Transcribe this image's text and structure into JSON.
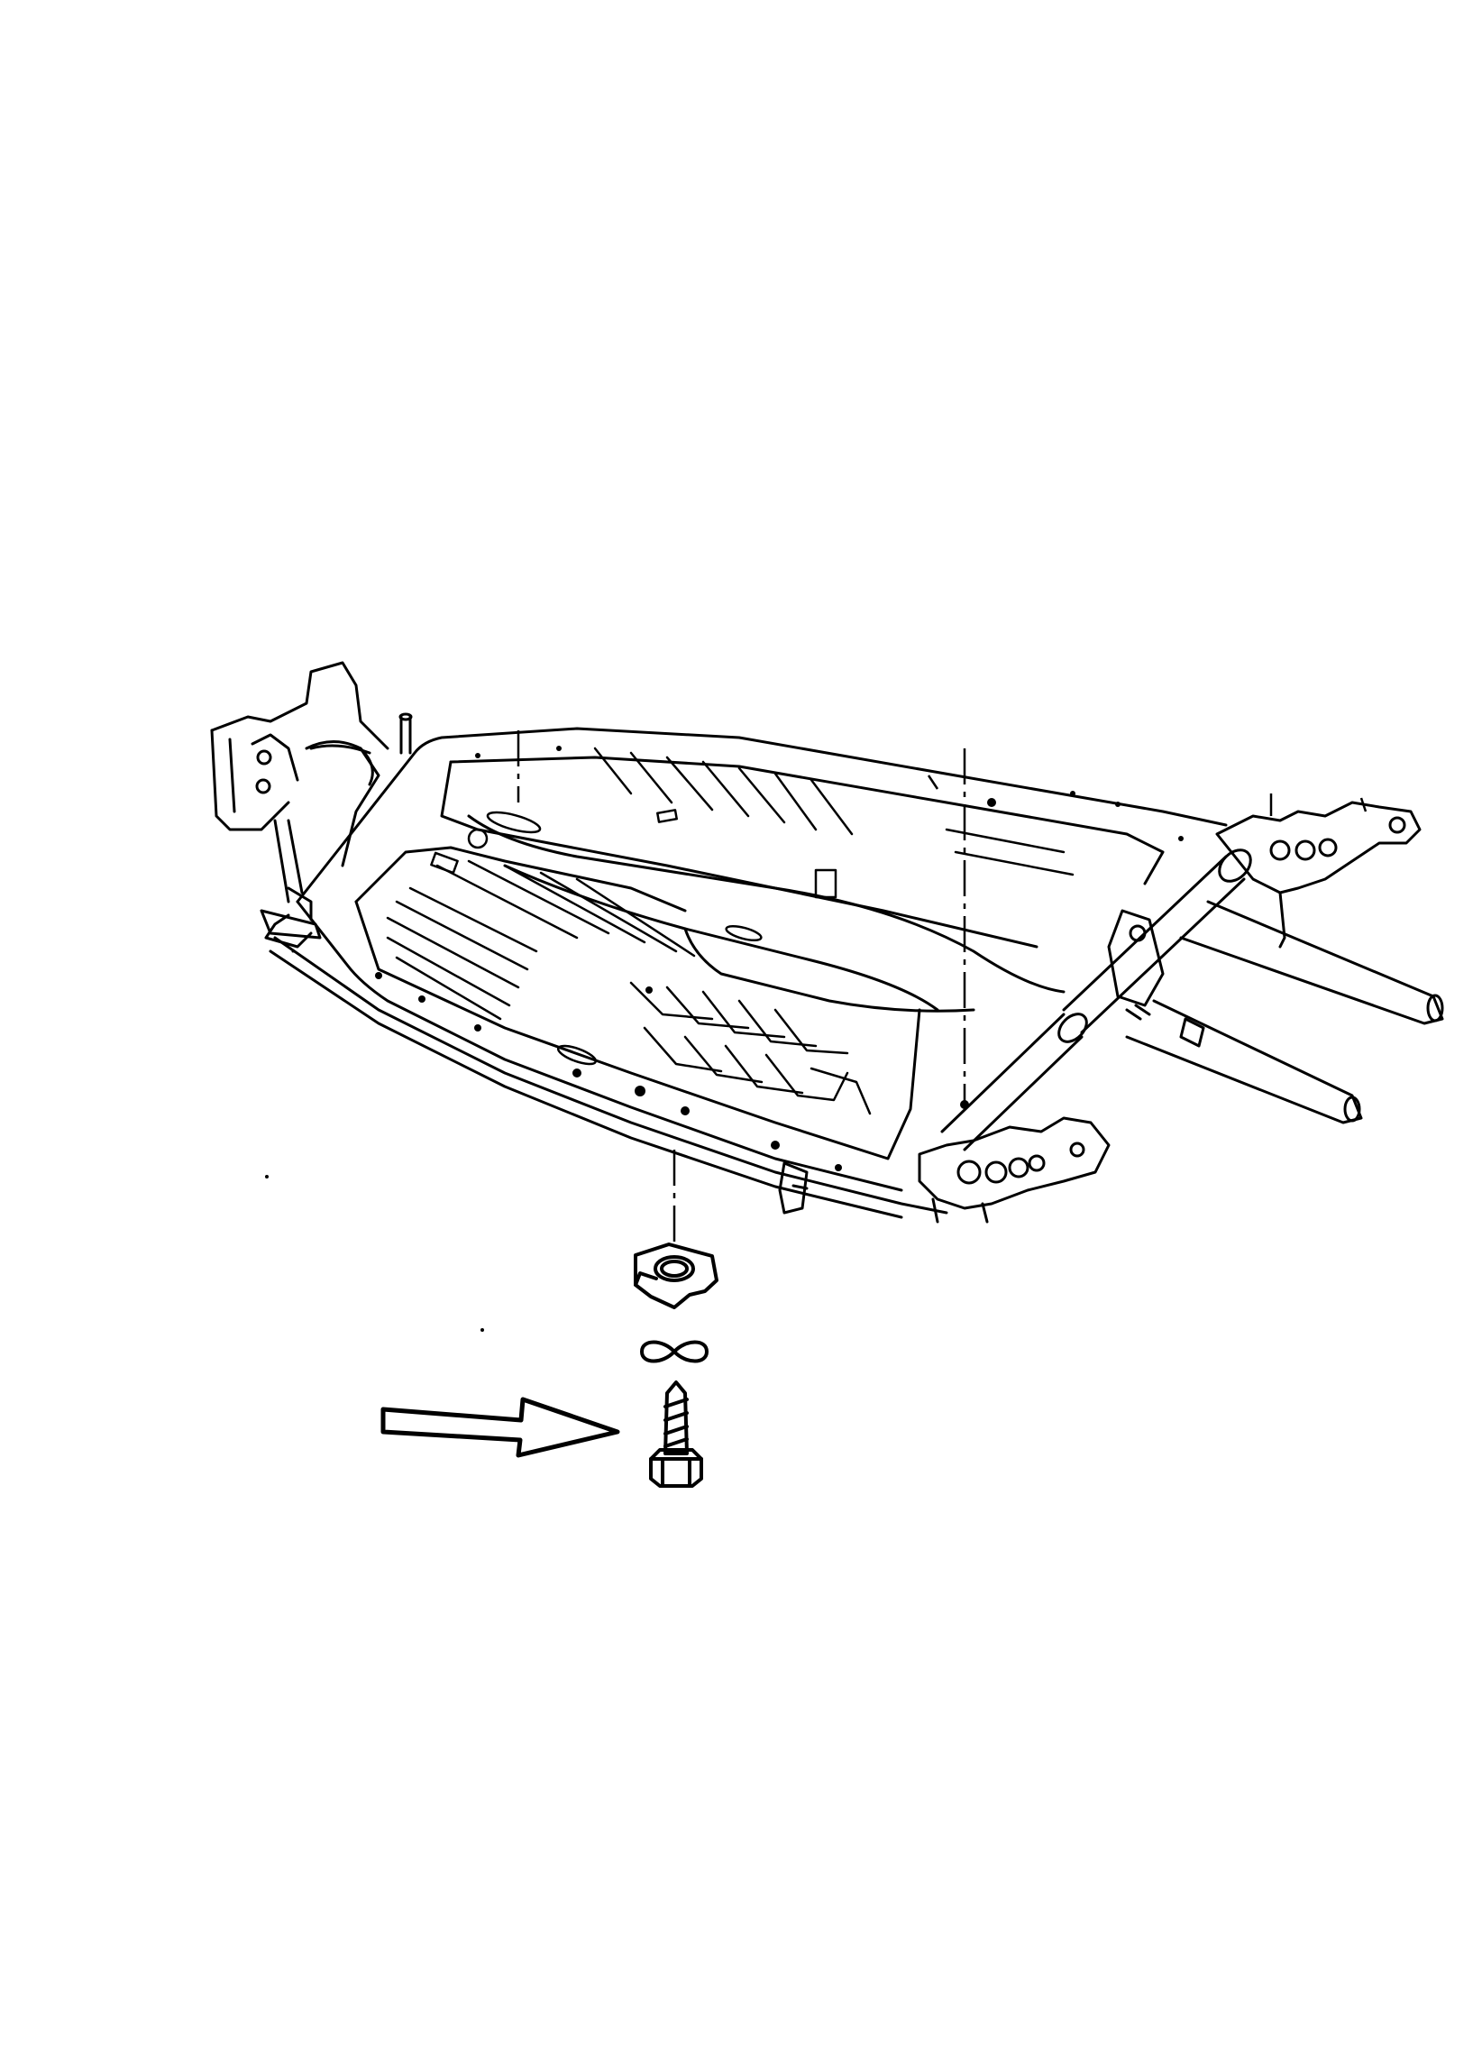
{
  "diagram": {
    "ink_color": "#000000",
    "background_color": "#ffffff",
    "parts": [
      {
        "name": "floor-pan-frame",
        "icon": "car-underbody-frame"
      },
      {
        "name": "mounting-pad",
        "icon": "rubber-pad"
      },
      {
        "name": "spring-washer",
        "icon": "figure-eight-washer"
      },
      {
        "name": "hex-bolt",
        "icon": "hex-head-screw"
      }
    ],
    "callout": {
      "icon": "outline-arrow-right",
      "points_to": "hex-bolt"
    }
  }
}
